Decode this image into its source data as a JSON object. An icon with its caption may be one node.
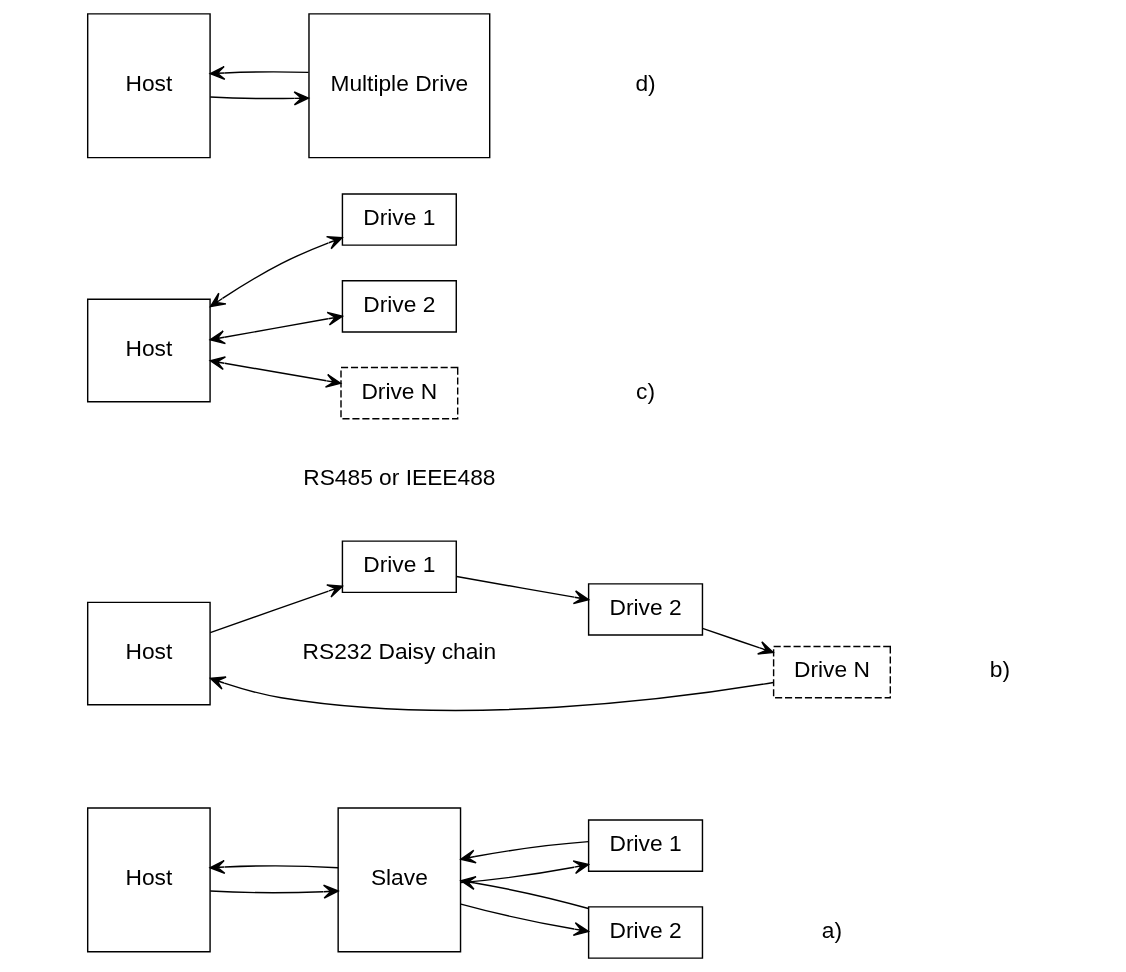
{
  "diagram": {
    "nodes": [
      {
        "text": [
          "Host"
        ]
      },
      {
        "text": [
          "Slave"
        ]
      },
      {
        "text": [
          "Drive 1"
        ]
      },
      {
        "text": [
          "Drive 2"
        ]
      },
      {
        "text": [
          "Host"
        ]
      },
      {
        "text": [
          "Drive 1"
        ]
      },
      {
        "text": [
          "Drive 2"
        ]
      },
      {
        "text": [
          "Drive N"
        ]
      },
      {
        "text": [
          "Host"
        ]
      },
      {
        "text": [
          "Drive 1"
        ]
      },
      {
        "text": [
          "Drive 2"
        ]
      },
      {
        "text": [
          "Drive N"
        ]
      },
      {
        "text": [
          "Host"
        ]
      },
      {
        "text": [
          "Multiple Drive"
        ]
      }
    ],
    "edges": [
      {
        "from": 0,
        "to": 1,
        "arrow": "to"
      },
      {
        "from": 1,
        "to": 0,
        "arrow": "to"
      },
      {
        "from": 1,
        "to": 2,
        "arrow": "to"
      },
      {
        "from": 2,
        "to": 1,
        "arrow": "to"
      },
      {
        "from": 1,
        "to": 3,
        "arrow": "to"
      },
      {
        "from": 3,
        "to": 1,
        "arrow": "to"
      },
      {
        "from": 4,
        "to": 5,
        "arrow": "to"
      },
      {
        "from": 5,
        "to": 6,
        "arrow": "to"
      },
      {
        "from": 6,
        "to": 7,
        "arrow": "to"
      },
      {
        "from": 7,
        "to": 4,
        "arrow": "to"
      },
      {
        "from": 8,
        "to": 9,
        "arrow": "both"
      },
      {
        "from": 8,
        "to": 10,
        "arrow": "both"
      },
      {
        "from": 8,
        "to": 11,
        "arrow": "both"
      },
      {
        "from": 12,
        "to": 13,
        "arrow": "to"
      },
      {
        "from": 13,
        "to": 12,
        "arrow": "to"
      }
    ],
    "labels": [
      "a)",
      "RS232 Daisy chain",
      "b)",
      "RS485 or IEEE488",
      "c)",
      "d)"
    ]
  }
}
